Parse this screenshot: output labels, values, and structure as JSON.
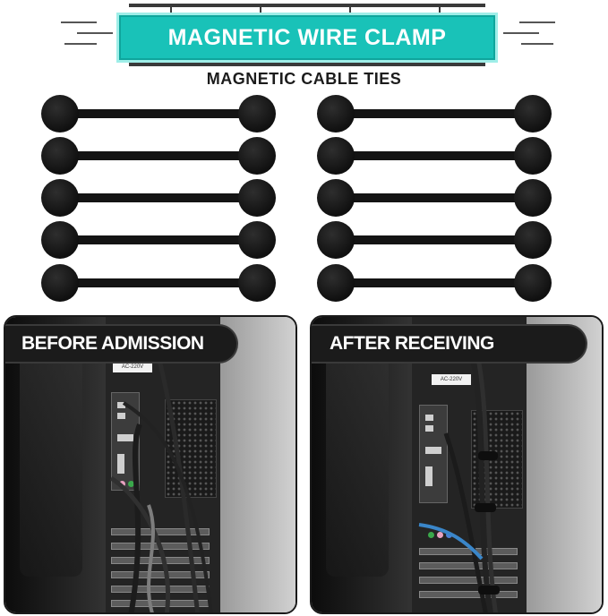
{
  "header": {
    "title": "MAGNETIC WIRE CLAMP",
    "subtitle": "MAGNETIC CABLE TIES",
    "banner_color": "#19c2b8"
  },
  "ties": {
    "color": "#141414",
    "left_column_count": 5,
    "right_column_count": 5
  },
  "comparison": {
    "before_label": "BEFORE ADMISSION",
    "after_label": "AFTER RECEIVING"
  }
}
